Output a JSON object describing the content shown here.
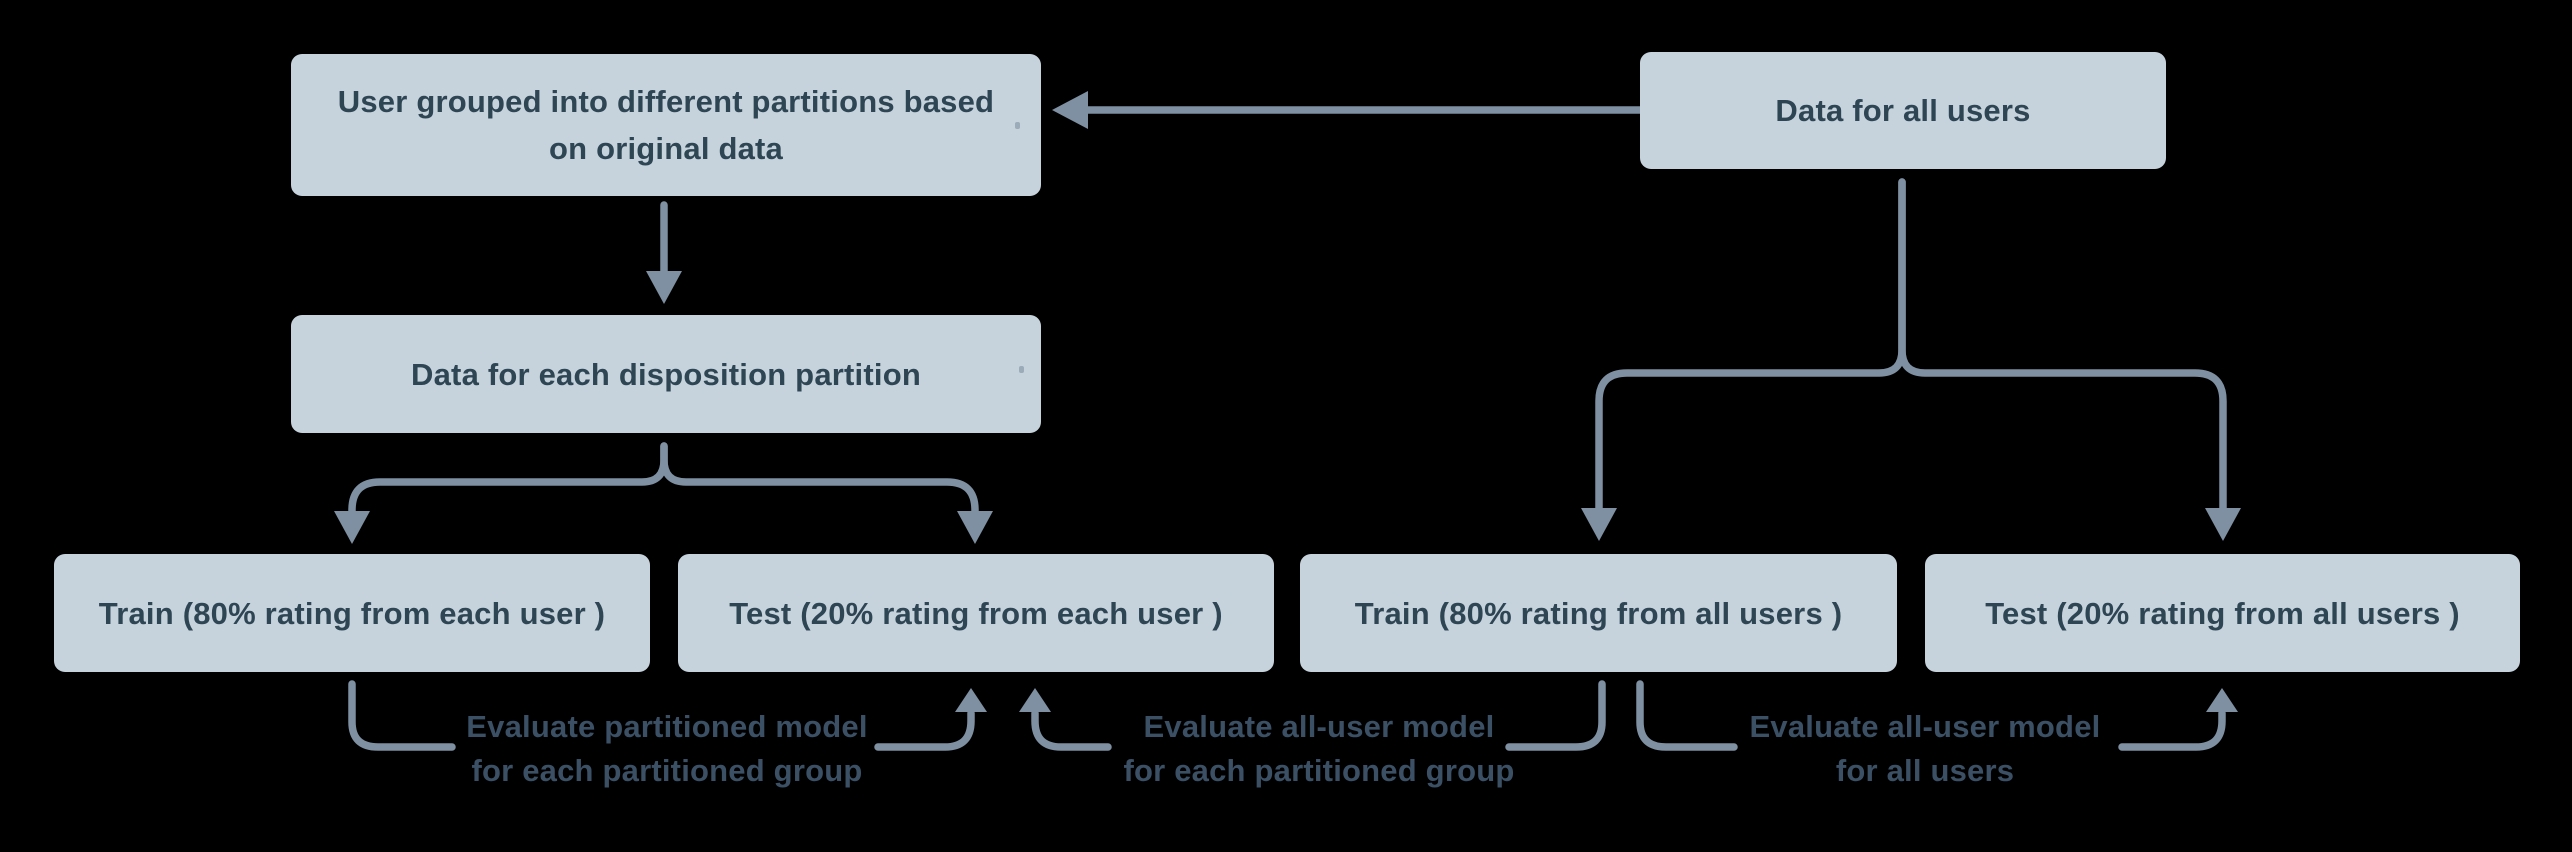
{
  "diagram": {
    "boxes": {
      "user_grouped": {
        "line1": "User grouped into different partitions based",
        "line2": "on original data"
      },
      "data_all_users": {
        "label": "Data for all users"
      },
      "data_partition": {
        "label": "Data for each disposition partition"
      },
      "train_each": {
        "label": "Train (80% rating from each user )"
      },
      "test_each": {
        "label": "Test (20% rating from each user )"
      },
      "train_all": {
        "label": "Train (80% rating from all users )"
      },
      "test_all": {
        "label": "Test (20% rating from all users )"
      }
    },
    "edge_labels": {
      "eval_partitioned": {
        "line1": "Evaluate partitioned model",
        "line2": "for each partitioned group"
      },
      "eval_alluser_partitioned": {
        "line1": "Evaluate all-user model",
        "line2": "for each partitioned group"
      },
      "eval_alluser_all": {
        "line1": "Evaluate all-user model",
        "line2": "for all users"
      }
    }
  },
  "colors": {
    "background": "#000000",
    "box_fill": "#c6d3dc",
    "box_text": "#2e4553",
    "arrow": "#7e90a1",
    "label_text": "#3b5065",
    "artifact": "#93a5b2"
  }
}
